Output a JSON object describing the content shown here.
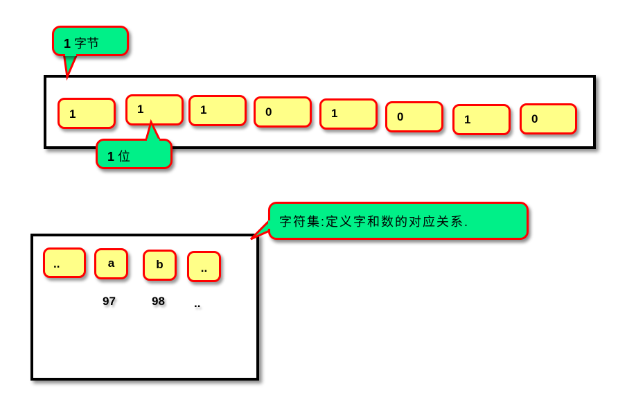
{
  "byte_diagram": {
    "callout_byte": {
      "number": "1",
      "label": "字节"
    },
    "callout_bit": {
      "number": "1",
      "label": "位"
    },
    "bits": [
      "1",
      "1",
      "1",
      "0",
      "1",
      "0",
      "1",
      "0"
    ]
  },
  "charset_diagram": {
    "callout": "字符集:定义字和数的对应关系.",
    "chars": [
      "..",
      "a",
      "b",
      ".."
    ],
    "codes": [
      "97",
      "98",
      ".."
    ]
  },
  "colors": {
    "callout_fill": "#00f088",
    "bit_fill": "#ffff88",
    "outline": "#ff0000",
    "frame": "#000000"
  }
}
